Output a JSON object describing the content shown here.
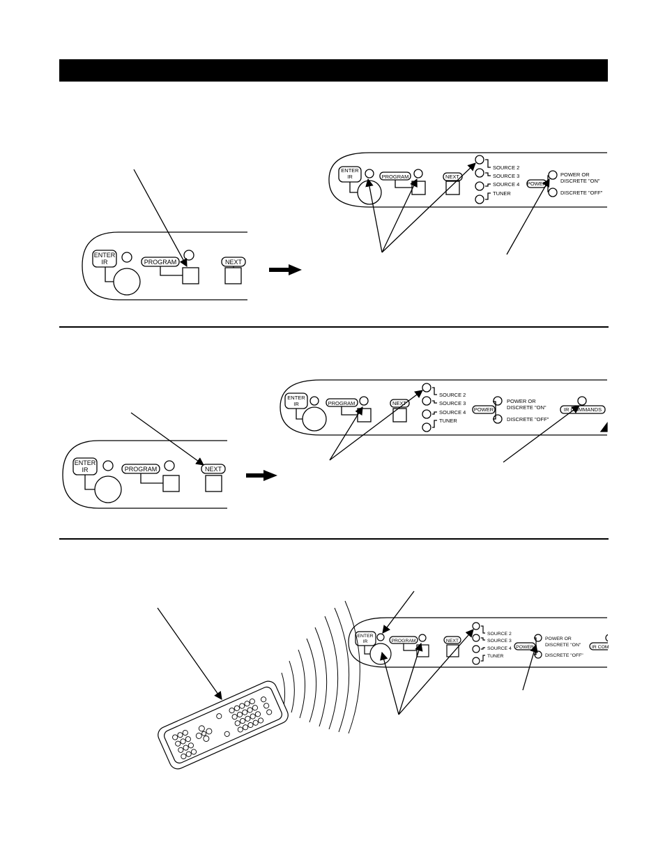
{
  "labels": {
    "enter": "ENTER",
    "ir": "IR",
    "program": "PROGRAM",
    "next": "NEXT",
    "power": "POWER",
    "ir_commands": "IR COMMANDS",
    "ir_commands_partial": "IR COM",
    "source2": "SOURCE 2",
    "source3": "SOURCE 3",
    "source4": "SOURCE 4",
    "tuner": "TUNER",
    "power_on_line1": "POWER OR",
    "power_on_line2": "DISCRETE \"ON\"",
    "discrete_off": "DISCRETE \"OFF\""
  },
  "colors": {
    "ink": "#000000",
    "paper": "#ffffff"
  }
}
